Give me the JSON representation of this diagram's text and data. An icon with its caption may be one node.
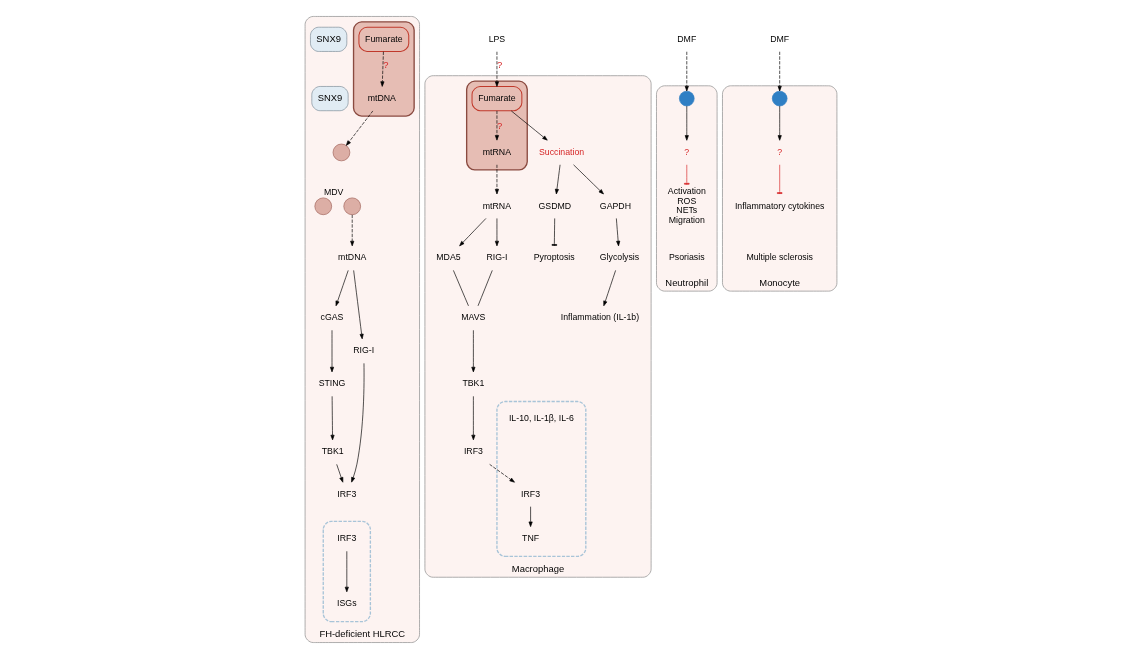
{
  "diagram": {
    "nodes": [
      {
        "text": [
          "FH-deficient HLRCC"
        ]
      },
      {
        "text": [],
        "shape": "mitochondrion",
        "in": 0
      },
      {
        "text": [
          "Fumarate"
        ],
        "in": 1
      },
      {
        "text": [
          "mtDNA"
        ],
        "in": 1
      },
      {
        "text": [
          "SNX9"
        ],
        "in": 0
      },
      {
        "text": [
          "SNX9"
        ],
        "in": 0
      },
      {
        "text": [],
        "shape": "circle",
        "in": 0
      },
      {
        "text": [],
        "shape": "circle",
        "in": 0
      },
      {
        "text": [],
        "shape": "circle",
        "in": 0,
        "beside": [
          "MDV"
        ]
      },
      {
        "text": [
          "mtDNA"
        ],
        "in": 0
      },
      {
        "text": [
          "cGAS"
        ],
        "in": 0
      },
      {
        "text": [
          "RIG-I"
        ],
        "in": 0
      },
      {
        "text": [
          "STING"
        ],
        "in": 0
      },
      {
        "text": [
          "TBK1"
        ],
        "in": 0
      },
      {
        "text": [
          "IRF3"
        ],
        "in": 0
      },
      {
        "text": [],
        "shape": "nucleus",
        "in": 0
      },
      {
        "text": [
          "IRF3"
        ],
        "in": 15
      },
      {
        "text": [
          "ISGs"
        ],
        "in": 15
      },
      {
        "text": [
          "LPS"
        ]
      },
      {
        "text": [
          "Macrophage"
        ]
      },
      {
        "text": [],
        "shape": "mitochondrion",
        "in": 19
      },
      {
        "text": [
          "mtRNA"
        ],
        "in": 20
      },
      {
        "text": [
          "Fumarate"
        ],
        "in": 20
      },
      {
        "text": [
          "mtRNA"
        ],
        "in": 19
      },
      {
        "text": [
          "Succination"
        ],
        "in": 19
      },
      {
        "text": [
          "MDA5"
        ],
        "in": 19
      },
      {
        "text": [
          "RIG-I"
        ],
        "in": 19
      },
      {
        "text": [
          "GAPDH"
        ],
        "in": 19
      },
      {
        "text": [
          "GSDMD"
        ],
        "in": 19
      },
      {
        "text": [
          "MAVS"
        ],
        "in": 19
      },
      {
        "text": [
          "Glycolysis"
        ],
        "in": 19
      },
      {
        "text": [
          "Pyroptosis"
        ],
        "in": 19
      },
      {
        "text": [
          "TBK1"
        ],
        "in": 19
      },
      {
        "text": [
          "Inflammation (IL-1b)"
        ],
        "in": 19
      },
      {
        "text": [
          "IRF3"
        ],
        "in": 19
      },
      {
        "text": [],
        "shape": "nucleus",
        "in": 19
      },
      {
        "text": [
          "IRF3"
        ],
        "in": 35
      },
      {
        "text": [
          "TNF"
        ],
        "in": 35
      },
      {
        "text": [
          "DMF"
        ]
      },
      {
        "text": [
          "Neutrophil"
        ]
      },
      {
        "text": [],
        "shape": "circle",
        "in": 39
      },
      {
        "text": [
          "?"
        ],
        "in": 39
      },
      {
        "text": [
          "Activation",
          "ROS",
          "NETs",
          "Migration"
        ],
        "in": 39
      },
      {
        "text": [
          "DMF"
        ]
      },
      {
        "text": [
          "Monocyte"
        ]
      },
      {
        "text": [],
        "shape": "circle",
        "in": 44
      },
      {
        "text": [
          "?"
        ],
        "in": 44
      },
      {
        "text": [
          "Inflammatory cytokines"
        ],
        "in": 44
      }
    ],
    "edges": [
      {
        "from": 2,
        "to": 3,
        "arrow": "to",
        "style": "dashed",
        "label": "?"
      },
      {
        "from": 3,
        "to": 6,
        "arrow": "to",
        "style": "dashed"
      },
      {
        "from": 8,
        "to": 9,
        "arrow": "to",
        "style": "dashed"
      },
      {
        "from": 9,
        "to": 10,
        "arrow": "to"
      },
      {
        "from": 9,
        "to": 11,
        "arrow": "to"
      },
      {
        "from": 10,
        "to": 12,
        "arrow": "to"
      },
      {
        "from": 12,
        "to": 13,
        "arrow": "to"
      },
      {
        "from": 13,
        "to": 14,
        "arrow": "to"
      },
      {
        "from": 11,
        "to": 14,
        "arrow": "to"
      },
      {
        "from": 16,
        "to": 17,
        "arrow": "to"
      },
      {
        "from": 18,
        "to": 22,
        "arrow": "to",
        "style": "dashed",
        "label": "?"
      },
      {
        "from": 22,
        "to": 21,
        "arrow": "to",
        "style": "dashed",
        "label": "?"
      },
      {
        "from": 21,
        "to": 23,
        "arrow": "to",
        "style": "dashed"
      },
      {
        "from": 22,
        "to": 24,
        "arrow": "to"
      },
      {
        "from": 23,
        "to": 25,
        "arrow": "to"
      },
      {
        "from": 23,
        "to": 26,
        "arrow": "to"
      },
      {
        "from": 25,
        "to": 29,
        "arrow": "none"
      },
      {
        "from": 26,
        "to": 29,
        "arrow": "none"
      },
      {
        "from": 24,
        "to": 27,
        "arrow": "to"
      },
      {
        "from": 24,
        "to": 28,
        "arrow": "to"
      },
      {
        "from": 27,
        "to": 30,
        "arrow": "to"
      },
      {
        "from": 28,
        "to": 31,
        "arrow": "other"
      },
      {
        "from": 30,
        "to": 33,
        "arrow": "to"
      },
      {
        "from": 29,
        "to": 32,
        "arrow": "to"
      },
      {
        "from": 32,
        "to": 34,
        "arrow": "to"
      },
      {
        "from": 34,
        "to": 36,
        "arrow": "to",
        "style": "dashed"
      },
      {
        "from": 36,
        "to": 37,
        "arrow": "to"
      },
      {
        "from": 38,
        "to": 40,
        "arrow": "to",
        "style": "dashed"
      },
      {
        "from": 40,
        "to": 41,
        "arrow": "to"
      },
      {
        "from": 41,
        "to": 42,
        "arrow": "other",
        "color": "#d62728"
      },
      {
        "from": 43,
        "to": 45,
        "arrow": "to",
        "style": "dashed"
      },
      {
        "from": 45,
        "to": 46,
        "arrow": "to"
      },
      {
        "from": 46,
        "to": 47,
        "arrow": "other",
        "color": "#d62728"
      }
    ],
    "labels": [
      "IL-10, IL-1β, IL-6",
      "Psoriasis",
      "Multiple sclerosis"
    ]
  }
}
